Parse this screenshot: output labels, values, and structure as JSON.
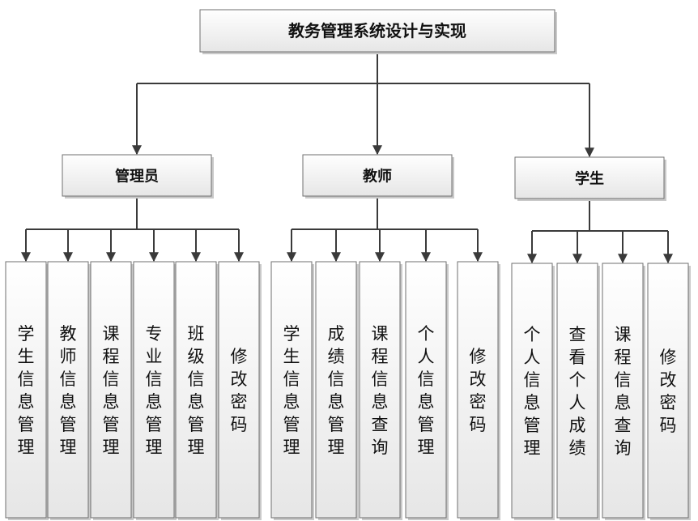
{
  "root": {
    "label": "教务管理系统设计与实现"
  },
  "groups": [
    {
      "label": "管理员",
      "leaves": [
        "学生信息管理",
        "教师信息管理",
        "课程信息管理",
        "专业信息管理",
        "班级信息管理",
        "修改密码"
      ]
    },
    {
      "label": "教师",
      "leaves": [
        "学生信息管理",
        "成绩信息管理",
        "课程信息查询",
        "个人信息管理",
        "修改密码"
      ]
    },
    {
      "label": "学生",
      "leaves": [
        "个人信息管理",
        "查看个人成绩",
        "课程信息查询",
        "修改密码"
      ]
    }
  ]
}
